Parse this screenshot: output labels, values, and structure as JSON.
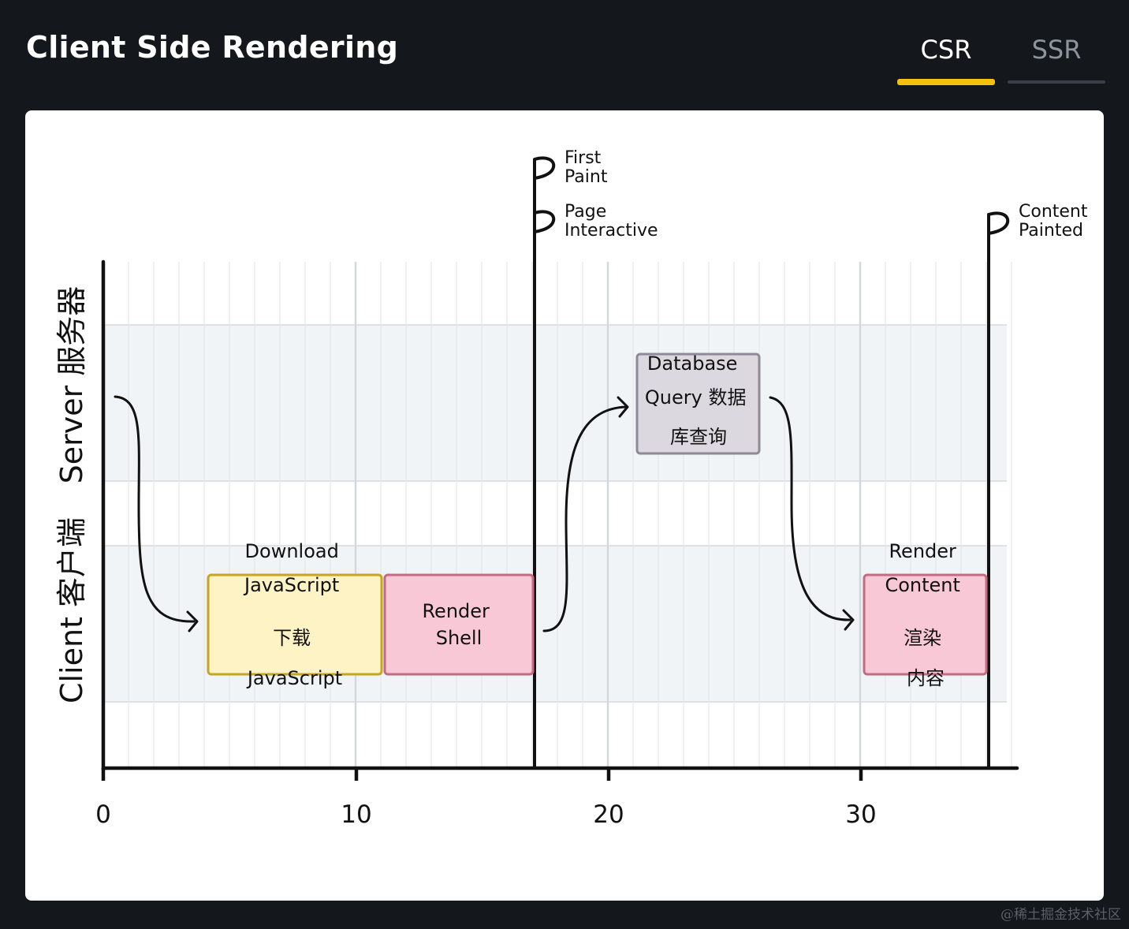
{
  "header": {
    "title": "Client Side Rendering",
    "tabs": [
      {
        "label": "CSR",
        "active": true
      },
      {
        "label": "SSR",
        "active": false
      }
    ]
  },
  "diagram": {
    "lanes": {
      "server": "Server 服务器",
      "client": "Client 客户端"
    },
    "axis": {
      "ticks": [
        "0",
        "10",
        "20",
        "30"
      ]
    },
    "milestones": [
      {
        "label_line1": "First",
        "label_line2": "Paint"
      },
      {
        "label_line1": "Page",
        "label_line2": "Interactive"
      },
      {
        "label_line1": "Content",
        "label_line2": "Painted"
      }
    ],
    "boxes": {
      "download": {
        "line1": "Download",
        "line2": "JavaScript",
        "line3": "下载",
        "line4": "JavaScript"
      },
      "render_shell": {
        "line1": "Render",
        "line2": "Shell"
      },
      "db_query": {
        "line1": "Database",
        "line2": "Query 数据",
        "line3": "库查询"
      },
      "render_content": {
        "line1": "Render",
        "line2": "Content",
        "line3": "渲染",
        "line4": "内容"
      }
    },
    "colors": {
      "download_fill": "#fdf3c4",
      "download_stroke": "#c6a522",
      "render_fill": "#f9c8d6",
      "render_stroke": "#c56a82",
      "db_fill": "#dcd8e0",
      "db_stroke": "#8f8a98",
      "lane_fill": "#f1f4f7"
    }
  },
  "watermark": "@稀土掘金技术社区"
}
